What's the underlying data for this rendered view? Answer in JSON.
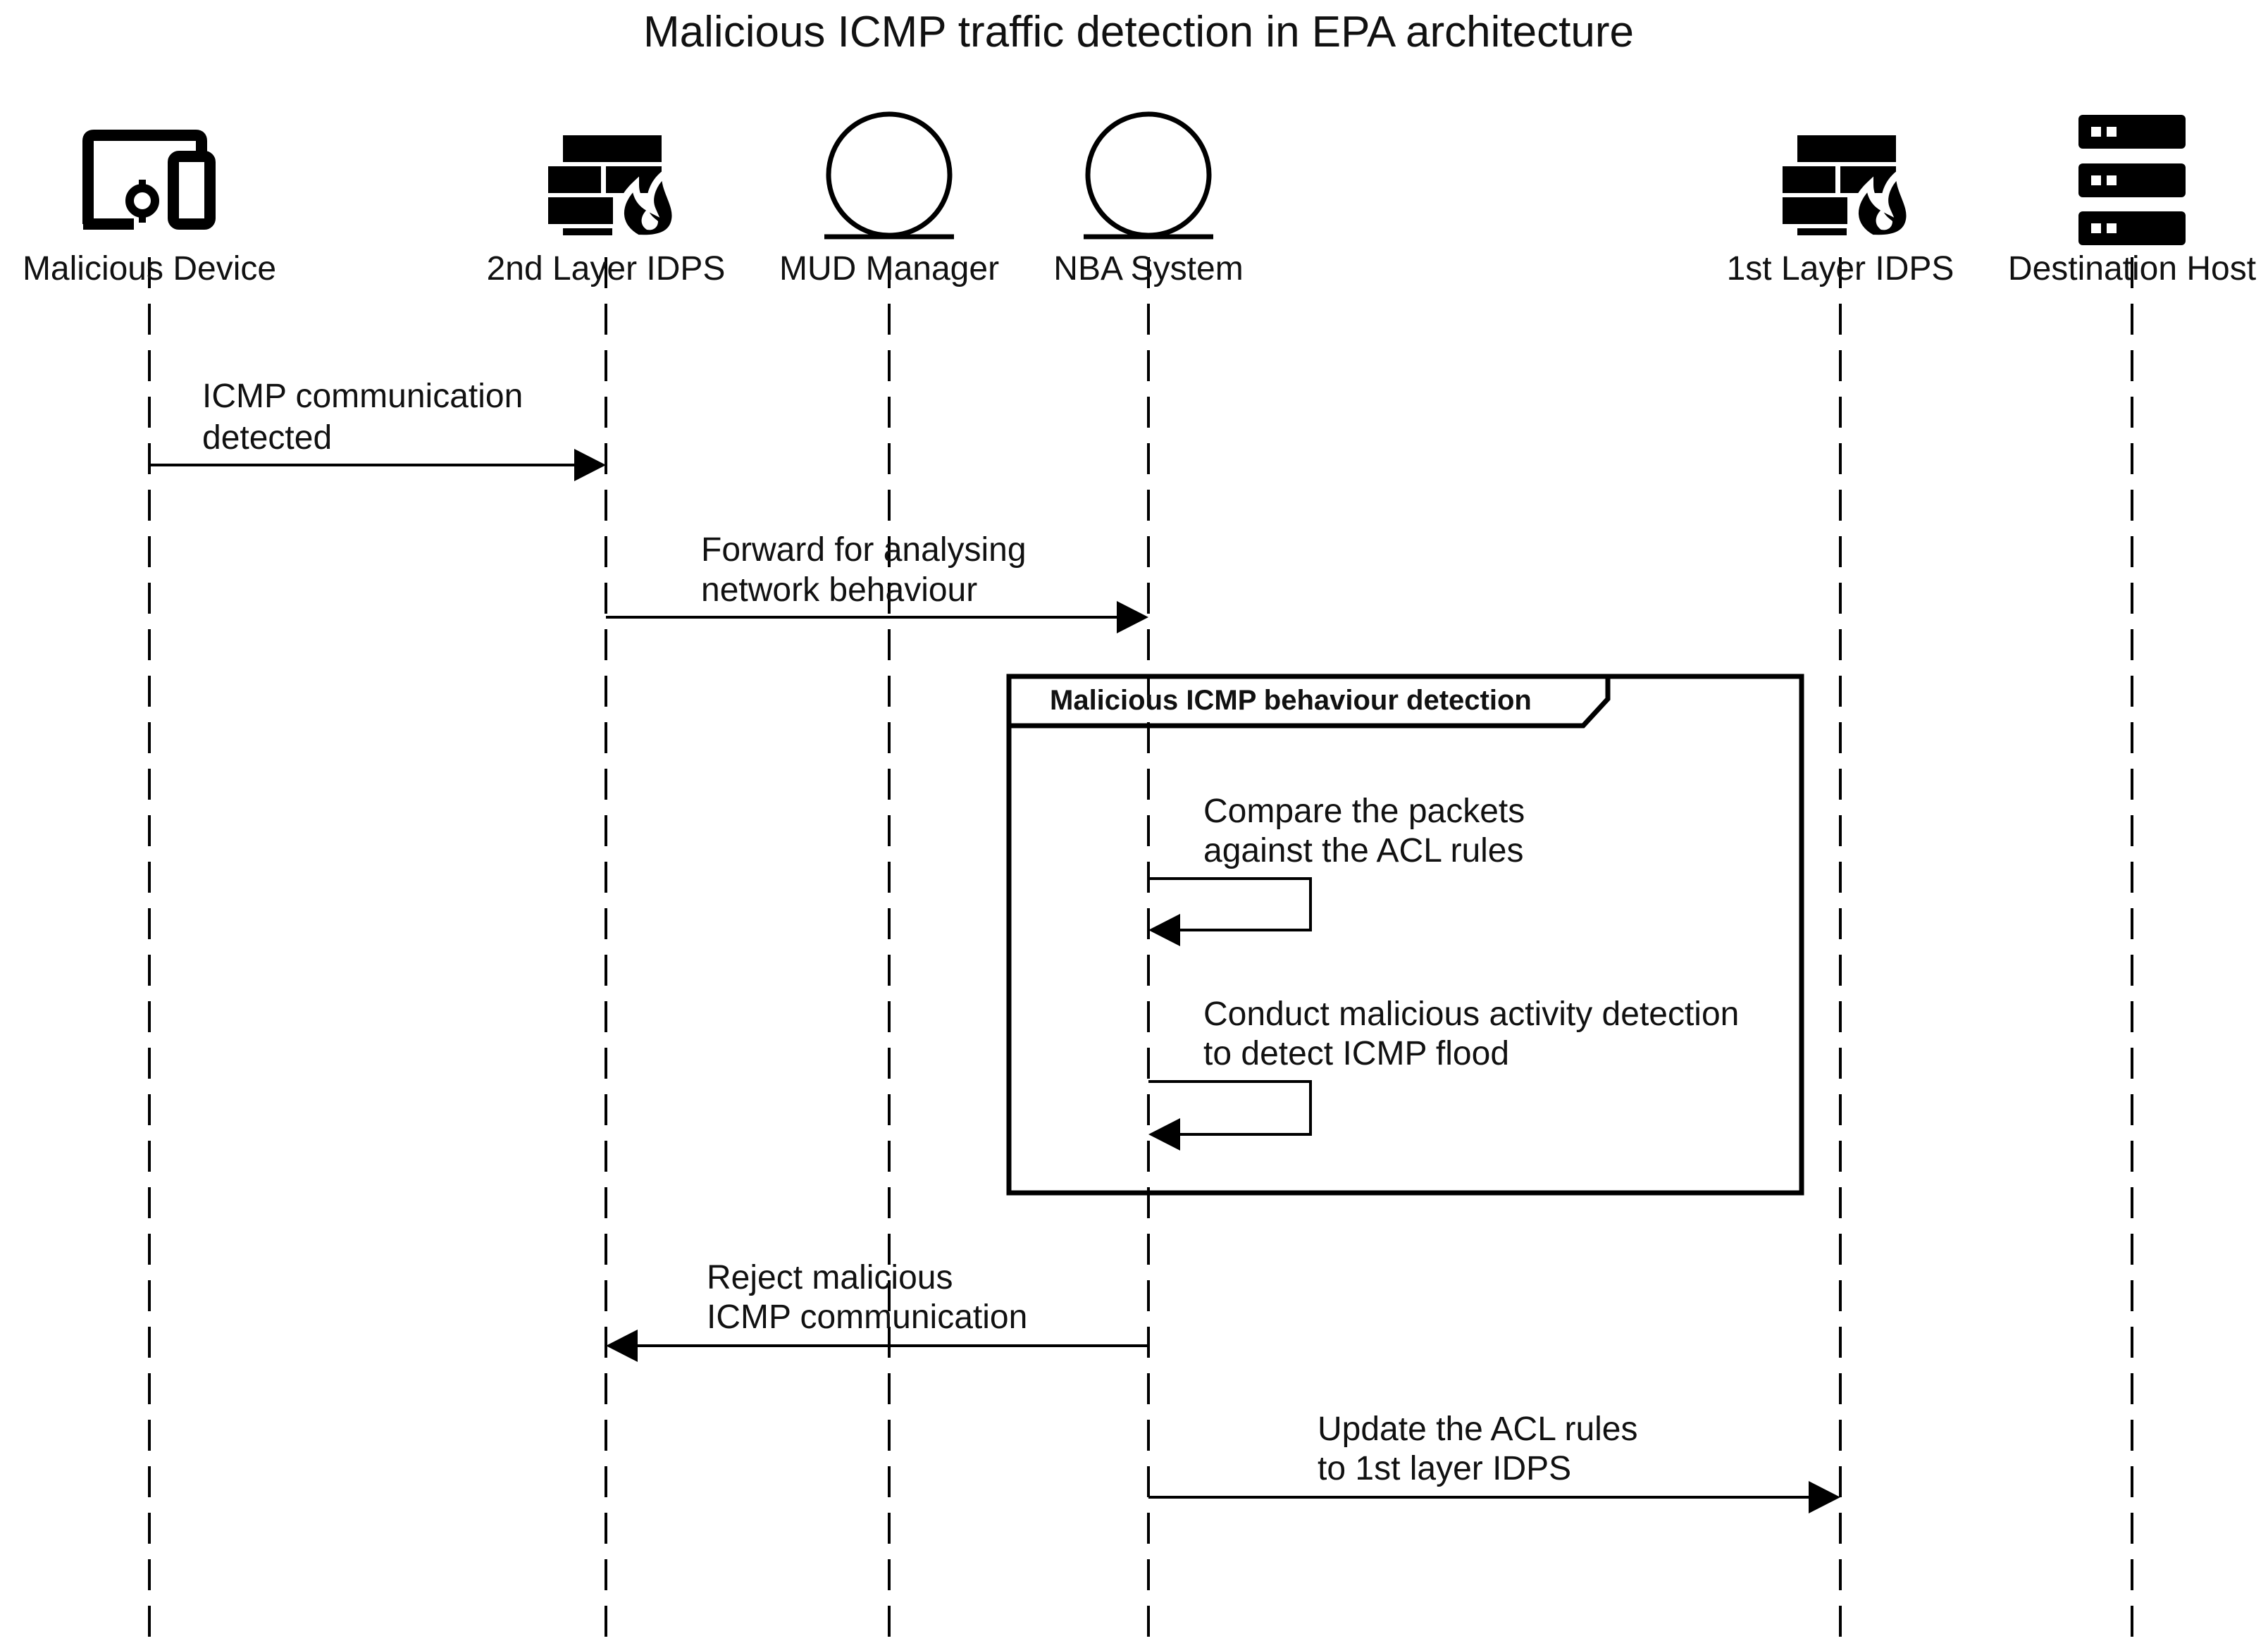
{
  "diagram": {
    "title": "Malicious ICMP traffic detection in EPA architecture",
    "actors": [
      {
        "id": "device",
        "label": "Malicious Device",
        "icon": "mobile-devices-icon"
      },
      {
        "id": "idps2",
        "label": "2nd Layer IDPS",
        "icon": "firewall-icon"
      },
      {
        "id": "mud",
        "label": "MUD Manager",
        "icon": "entity-circle-icon"
      },
      {
        "id": "nba",
        "label": "NBA System",
        "icon": "entity-circle-icon"
      },
      {
        "id": "idps1",
        "label": "1st Layer IDPS",
        "icon": "firewall-icon"
      },
      {
        "id": "host",
        "label": "Destination Host",
        "icon": "server-icon"
      }
    ],
    "messages": [
      {
        "from": "device",
        "to": "idps2",
        "lines": [
          "ICMP communication",
          "detected"
        ]
      },
      {
        "from": "idps2",
        "to": "nba",
        "lines": [
          "Forward for analysing",
          "network behaviour"
        ]
      },
      {
        "from": "nba",
        "to": "nba",
        "lines": [
          "Compare the packets",
          "against the ACL rules"
        ]
      },
      {
        "from": "nba",
        "to": "nba",
        "lines": [
          "Conduct malicious activity detection",
          "to detect ICMP flood"
        ]
      },
      {
        "from": "nba",
        "to": "idps2",
        "lines": [
          "Reject malicious",
          "ICMP communication"
        ]
      },
      {
        "from": "nba",
        "to": "idps1",
        "lines": [
          "Update the ACL rules",
          "to 1st layer IDPS"
        ]
      }
    ],
    "frame": {
      "label": "Malicious ICMP behaviour detection"
    },
    "colors": {
      "line": "#000000",
      "text": "#111111",
      "background": "#ffffff"
    }
  }
}
